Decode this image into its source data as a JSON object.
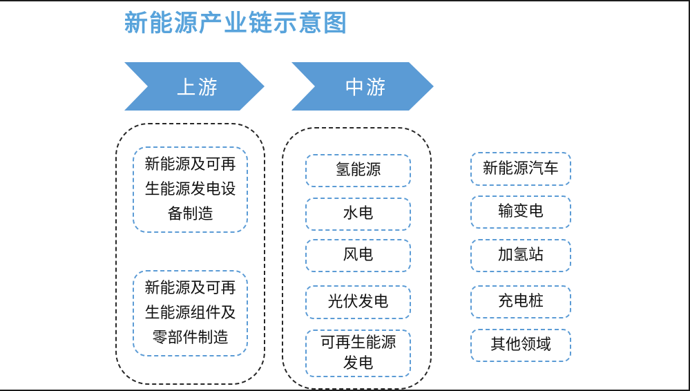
{
  "frame": {
    "title": "新能源产业链示意图"
  },
  "stages": {
    "upstream": "上游",
    "midstream": "中游"
  },
  "groups": {
    "upstream": {
      "items": [
        "新能源及可再生能源发电设备制造",
        "新能源及可再生能源组件及零部件制造"
      ]
    },
    "midstream": {
      "items": [
        "氢能源",
        "水电",
        "风电",
        "光伏发电",
        "可再生能源发电"
      ]
    },
    "downstream": {
      "items": [
        "新能源汽车",
        "输变电",
        "加氢站",
        "充电桩",
        "其他领域"
      ]
    }
  },
  "colors": {
    "title_text": "#58a3db",
    "arrow_fill": "#5b9bd5",
    "arrow_text": "#ffffff",
    "node_border": "#5b9bd5",
    "node_text": "#111111",
    "group_border": "#262626",
    "frame_border": "#1c1c1c",
    "background": "#ffffff"
  }
}
